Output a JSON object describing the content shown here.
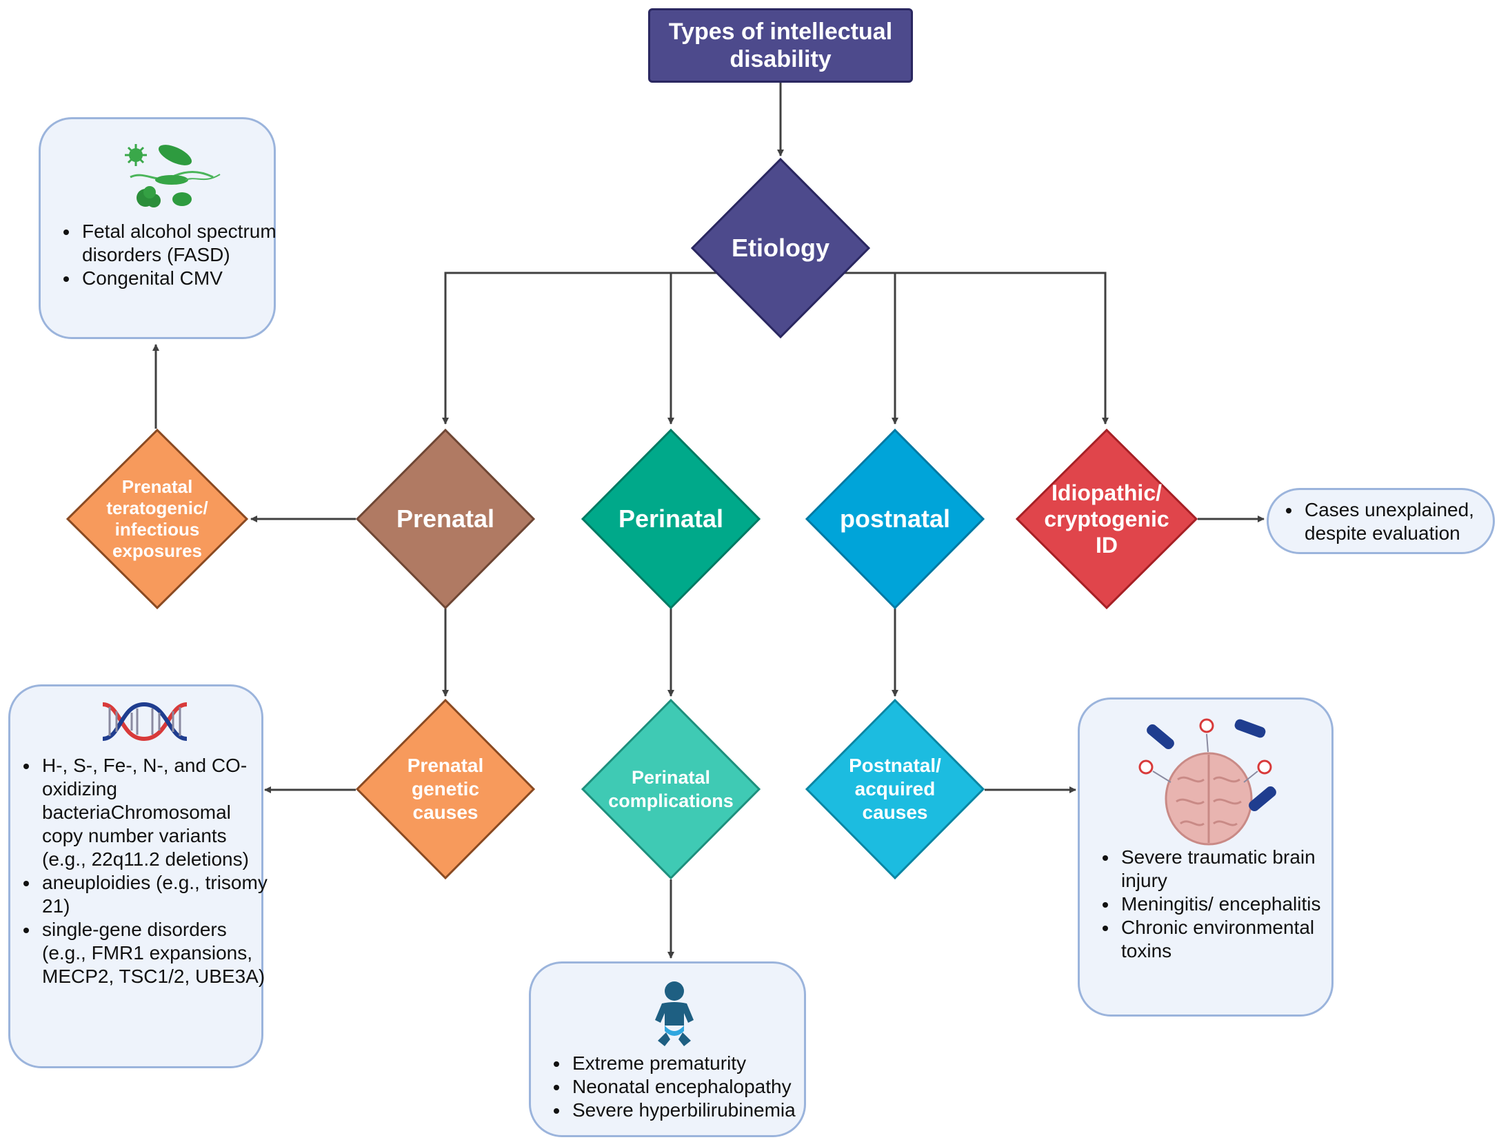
{
  "title": "Types of intellectual disability",
  "etiology": "Etiology",
  "categories": {
    "prenatal": "Prenatal",
    "perinatal": "Perinatal",
    "postnatal": "postnatal",
    "idiopathic": "Idiopathic/\ncryptogenic\nID"
  },
  "sub_nodes": {
    "teratogenic": "Prenatal\nteratogenic/\ninfectious\nexposures",
    "genetic": "Prenatal\ngenetic\ncauses",
    "perinatal_complications": "Perinatal\ncomplications",
    "postnatal_acquired": "Postnatal/\nacquired\ncauses"
  },
  "panels": {
    "teratogenic_items": [
      "Fetal alcohol spectrum disorders (FASD)",
      "Congenital CMV"
    ],
    "genetic_items": [
      "H-, S-, Fe-, N-, and CO-oxidizing bacteriaChromosomal copy number variants (e.g., 22q11.2 deletions)",
      "aneuploidies (e.g., trisomy 21)",
      "single-gene disorders (e.g., FMR1 expansions, MECP2, TSC1/2, UBE3A)"
    ],
    "perinatal_items": [
      "Extreme prematurity",
      "Neonatal encephalopathy",
      "Severe hyperbilirubinemia"
    ],
    "postnatal_items": [
      "Severe traumatic brain injury",
      "Meningitis/ encephalitis",
      "Chronic environmental toxins"
    ],
    "idiopathic_items": [
      "Cases unexplained, despite evaluation"
    ]
  },
  "icons": [
    "microbes-icon",
    "dna-icon",
    "baby-icon",
    "brain-pathogens-icon"
  ],
  "colors": {
    "title_fill": "#4d4a8c",
    "etiology_fill": "#4d4a8c",
    "prenatal_fill": "#b07a63",
    "perinatal_fill": "#00a98a",
    "postnatal_fill": "#00a4d9",
    "idiopathic_fill": "#e0454b",
    "teratogenic_fill": "#f79a5c",
    "genetic_fill": "#f79a5c",
    "perinatal_complications_fill": "#3fcab4",
    "postnatal_acquired_fill": "#1cbce0",
    "panel_fill": "#eef3fb",
    "panel_border": "#9bb4dc"
  }
}
